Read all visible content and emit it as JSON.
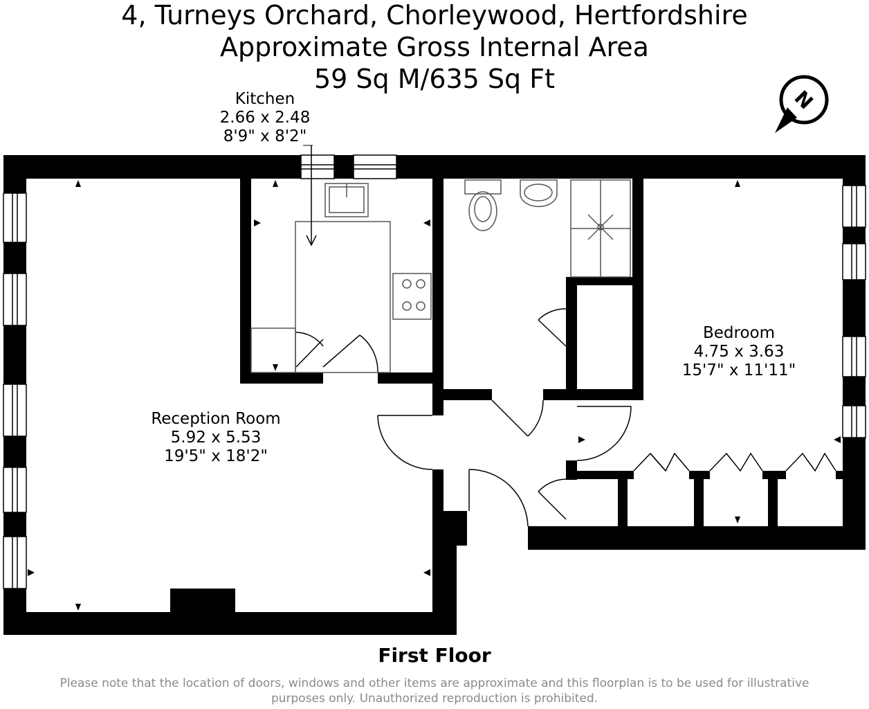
{
  "header": {
    "address": "4, Turneys Orchard, Chorleywood, Hertfordshire",
    "area_title": "Approximate Gross Internal Area",
    "area_value": "59 Sq M/635 Sq Ft"
  },
  "compass": {
    "letter": "N",
    "icon": "north-compass-icon"
  },
  "rooms": {
    "kitchen": {
      "name": "Kitchen",
      "metric": "2.66 x 2.48",
      "imperial": "8'9\" x 8'2\""
    },
    "reception": {
      "name": "Reception Room",
      "metric": "5.92 x 5.53",
      "imperial": "19'5\" x 18'2\""
    },
    "bedroom": {
      "name": "Bedroom",
      "metric": "4.75 x 3.63",
      "imperial": "15'7\" x 11'11\""
    }
  },
  "floor": {
    "label": "First Floor"
  },
  "disclaimer": {
    "line1": "Please note that the location of doors, windows and other items are approximate and this floorplan is to be used for illustrative",
    "line2": "purposes only. Unauthorized reproduction is prohibited."
  },
  "colors": {
    "wall": "#000000",
    "background": "#ffffff",
    "disclaimer": "#8a8a8a",
    "fixture": "#555555"
  }
}
